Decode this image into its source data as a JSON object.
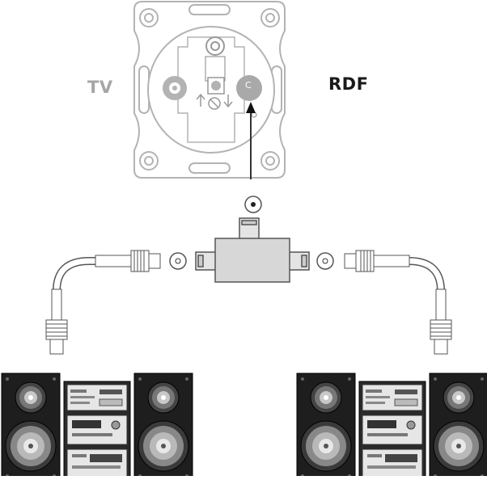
{
  "labels": {
    "tv": "TV",
    "rdf": "RDF",
    "socket_mark": "C"
  },
  "colors": {
    "tv_label": "#a6a6a6",
    "rdf_label": "#1a1a1a",
    "outline": "#b3b3b3",
    "line": "#555555",
    "splitter": "#d7d7d7",
    "speaker_dark": "#1e1e1e"
  },
  "icons": [
    "wall-socket-plate",
    "splitter",
    "coax-plug",
    "stereo-system"
  ]
}
